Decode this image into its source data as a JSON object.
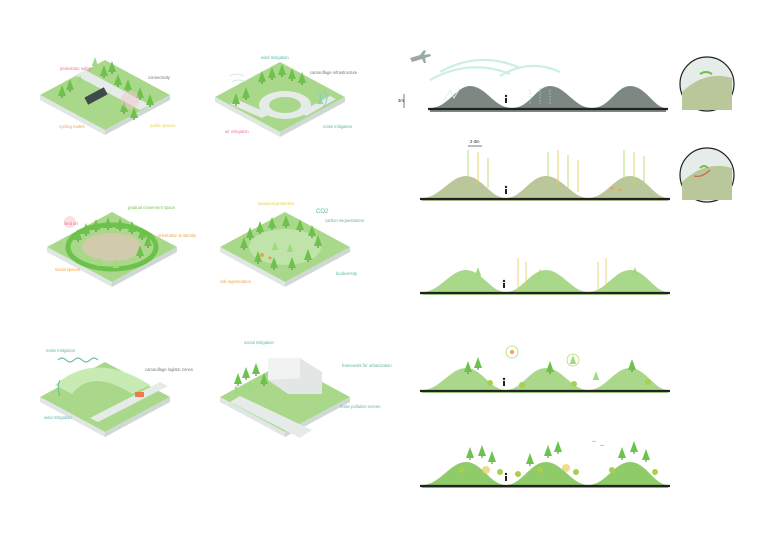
{
  "colors": {
    "grass": "#a9d88a",
    "grass_dark": "#7cc35f",
    "tree": "#6cc24a",
    "tree_light": "#9ddb7d",
    "road": "#e6ebea",
    "ground_dark": "#222222",
    "hill_grey": "#7d8882",
    "hill_sage": "#b9c79b",
    "teal_arrow": "#cdeee6",
    "orange": "#f2a04a",
    "yellow": "#e4cf55",
    "pink": "#f07b8f",
    "green_text": "#79c84a",
    "teal_text": "#5ab7a6"
  },
  "labels": {
    "pedestrian_safety": "pedestrian safety",
    "connectivity": "connectivity",
    "cycling_routes": "cycling routes",
    "public_spaces": "public spaces",
    "wind_mitigation_1": "wind mitigation",
    "camouflage_infrastructure": "camouflage infrastructure",
    "noise_mitigation_1": "noise mitigation",
    "air_mitigation": "air mitigation",
    "land_art": "land art",
    "gradual_movement": "gradual movement space",
    "orientation_identity": "orientation & identity",
    "social_spaces": "social spaces",
    "seasonal_protection": "seasonal protection",
    "co2": "CO2",
    "carbon_sequestration": "carbon sequestration",
    "soil_regeneration": "soil regeneration",
    "biodiversity": "biodiversity",
    "noise_mitigation_2": "noise mitigation",
    "camouflage_logistic": "camouflage logistic zones",
    "wind_mitigation_2": "wind mitigation",
    "social_mitigation": "social mitigation",
    "framework_urbanization": "framework for urbanization",
    "noise_pollution_screen": "noise pollution screen",
    "height_3m": "3m",
    "spacing_2m": "2-3m"
  }
}
